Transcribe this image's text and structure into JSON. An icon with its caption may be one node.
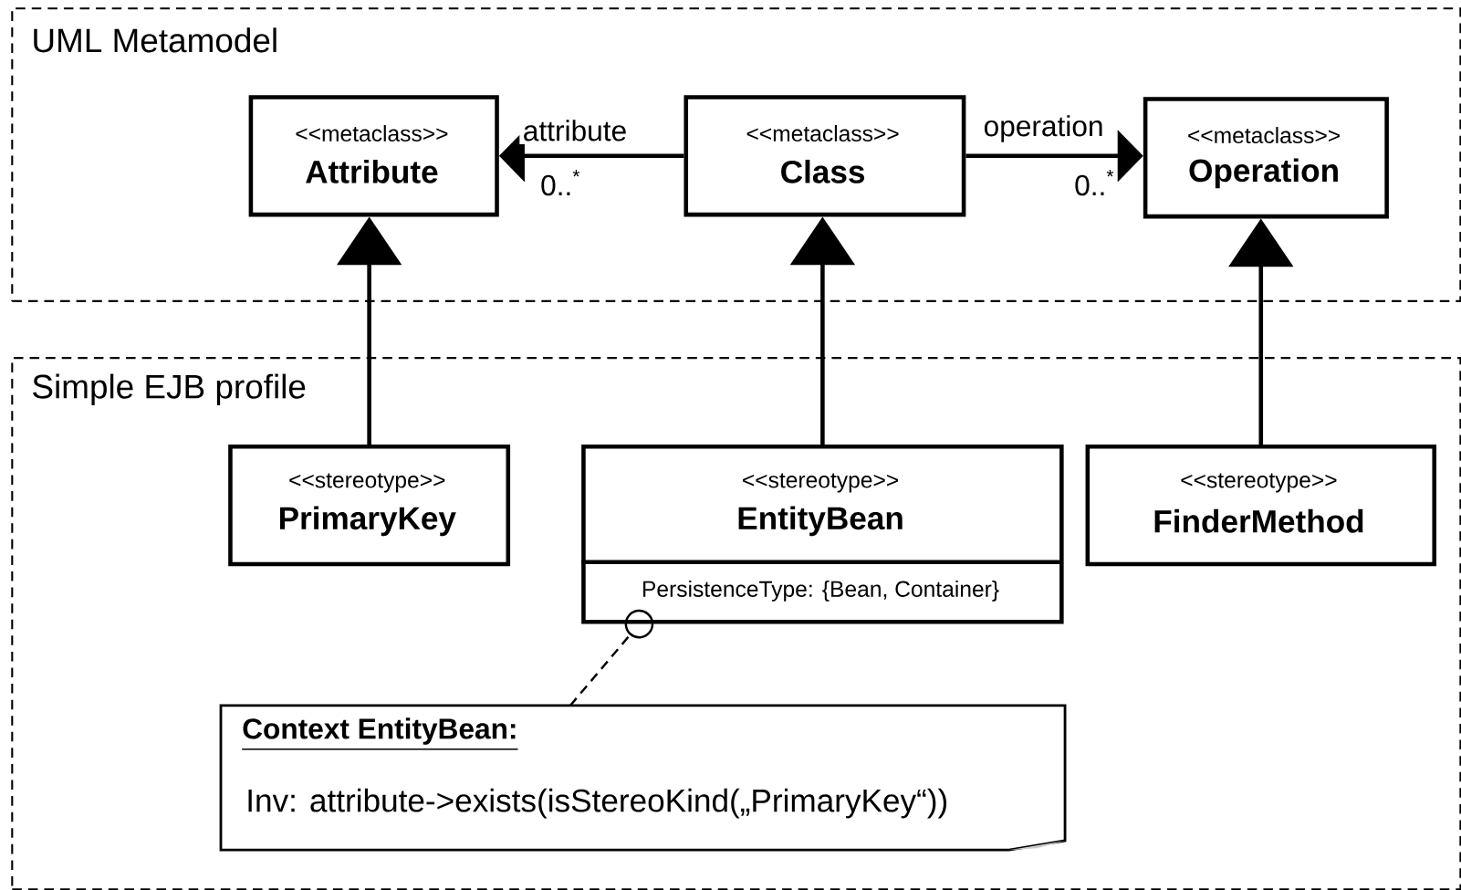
{
  "diagram": {
    "nodes": [
      {
        "text": [
          "UML Metamodel"
        ]
      },
      {
        "text": [
          "<<metaclass>>",
          "Attribute"
        ],
        "in": 0
      },
      {
        "text": [
          "<<metaclass>>",
          "Class"
        ],
        "in": 0
      },
      {
        "text": [
          "<<metaclass>>",
          "Operation"
        ],
        "in": 0
      },
      {
        "text": [
          "Simple EJB profile"
        ]
      },
      {
        "text": [
          "<<stereotype>>",
          "PrimaryKey"
        ],
        "in": 4
      },
      {
        "text": [
          "<<stereotype>>",
          "EntityBean",
          "PersistenceType: {Bean, Container}"
        ],
        "in": 4
      },
      {
        "text": [
          "<<stereotype>>",
          "FinderMethod"
        ],
        "in": 4
      },
      {
        "text": [
          "Context EntityBean:",
          "Inv: attribute->exists(isStereoKind(„PrimaryKey“))"
        ],
        "in": 4
      }
    ],
    "edges": [
      {
        "from": 2,
        "to": 1,
        "arrow": "to",
        "label": "attribute"
      },
      {
        "from": 2,
        "to": 3,
        "arrow": "to",
        "label": "operation"
      },
      {
        "from": 5,
        "to": 1,
        "arrow": "to"
      },
      {
        "from": 6,
        "to": 2,
        "arrow": "to"
      },
      {
        "from": 7,
        "to": 3,
        "arrow": "to"
      },
      {
        "from": 8,
        "to": 6,
        "arrow": "other",
        "style": "dashed"
      }
    ],
    "labels": [
      "0..$^{*}$",
      "0..$^{*}$"
    ]
  }
}
